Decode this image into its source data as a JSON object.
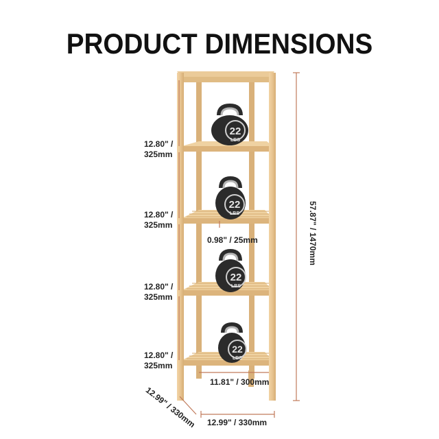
{
  "title": "PRODUCT DIMENSIONS",
  "dimensions": {
    "shelf_gap_1": {
      "line1": "12.80\" /",
      "line2": "325mm"
    },
    "shelf_gap_2": {
      "line1": "12.80\" /",
      "line2": "325mm"
    },
    "shelf_gap_3": {
      "line1": "12.80\" /",
      "line2": "325mm"
    },
    "shelf_gap_4": {
      "line1": "12.80\" /",
      "line2": "325mm"
    },
    "height": "57.87\" / 1470mm",
    "shelf_thickness": "0.98\" / 25mm",
    "inner_width": "11.81\" / 300mm",
    "depth": "12.99\" / 330mm",
    "width": "12.99\" / 330mm"
  },
  "kettlebell_label": {
    "weight": "22",
    "unit": "LBS"
  },
  "colors": {
    "bamboo": "#e8c592",
    "bamboo_dark": "#c99a5d",
    "kettlebell": "#2b2b2b",
    "handle": "#9a9a9a",
    "dimension_line": "#c07a5a"
  }
}
